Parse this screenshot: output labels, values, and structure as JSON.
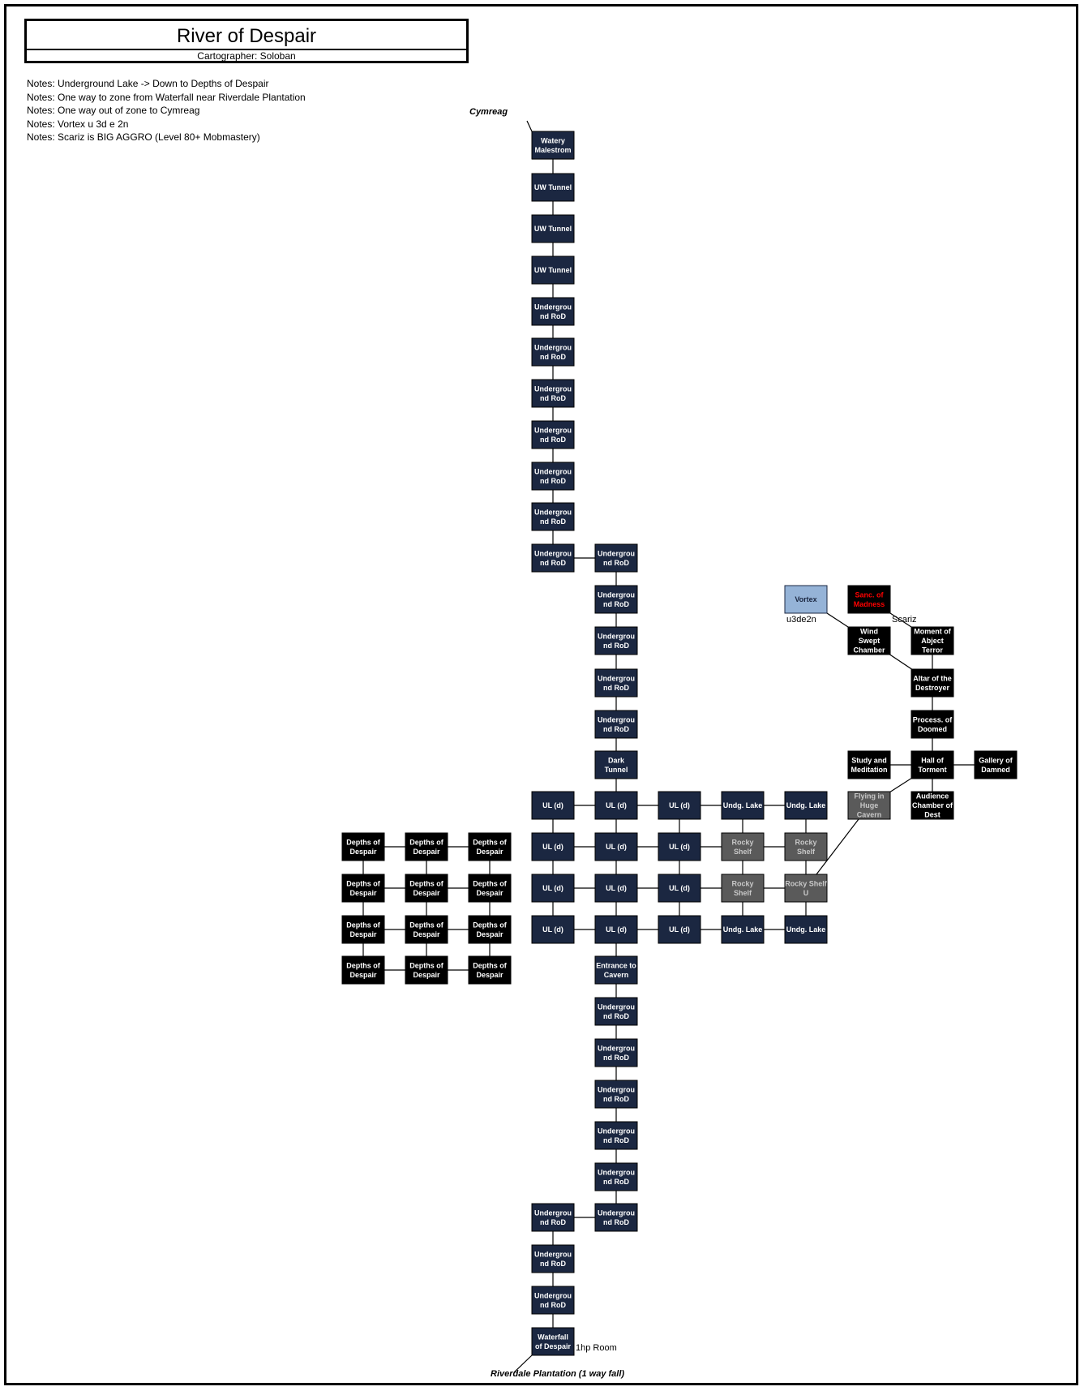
{
  "header": {
    "title": "River of Despair",
    "cartographer": "Cartographer: Soloban"
  },
  "notes": [
    "Notes: Underground Lake -> Down to Depths of Despair",
    "Notes: One way to zone from Waterfall near Riverdale Plantation",
    "Notes: One way out of zone to Cymreag",
    "Notes: Vortex u 3d e 2n",
    "Notes: Scariz is BIG AGGRO (Level 80+ Mobmastery)"
  ],
  "annotations": {
    "cymreag": "Cymreag",
    "riverdale": "Riverdale Plantation (1 way fall)",
    "vortex_dir": "u3de2n",
    "scariz": "Scariz",
    "hp_room": "1hp Room"
  },
  "colors": {
    "navy": "#1b2741",
    "black": "#000000",
    "gray": "#5a5a5a",
    "blue": "#95b3d7",
    "text_light": "#ffffff",
    "text_red": "#ff0000",
    "text_gray": "#c8c8c8"
  },
  "rooms": [
    {
      "id": "wm",
      "lines": [
        "Watery",
        "Malestrom"
      ]
    },
    {
      "id": "uw1",
      "lines": [
        "UW Tunnel"
      ]
    },
    {
      "id": "uw2",
      "lines": [
        "UW Tunnel"
      ]
    },
    {
      "id": "uw3",
      "lines": [
        "UW Tunnel"
      ]
    },
    {
      "id": "ur1",
      "lines": [
        "Undergrou",
        "nd RoD"
      ]
    },
    {
      "id": "ur2",
      "lines": [
        "Undergrou",
        "nd RoD"
      ]
    },
    {
      "id": "ur3",
      "lines": [
        "Undergrou",
        "nd RoD"
      ]
    },
    {
      "id": "ur4",
      "lines": [
        "Undergrou",
        "nd RoD"
      ]
    },
    {
      "id": "ur5",
      "lines": [
        "Undergrou",
        "nd RoD"
      ]
    },
    {
      "id": "ur6",
      "lines": [
        "Undergrou",
        "nd RoD"
      ]
    },
    {
      "id": "ur7",
      "lines": [
        "Undergrou",
        "nd RoD"
      ]
    },
    {
      "id": "ur8",
      "lines": [
        "Undergrou",
        "nd RoD"
      ]
    },
    {
      "id": "ur9",
      "lines": [
        "Undergrou",
        "nd RoD"
      ]
    },
    {
      "id": "ur10",
      "lines": [
        "Undergrou",
        "nd RoD"
      ]
    },
    {
      "id": "ur11",
      "lines": [
        "Undergrou",
        "nd RoD"
      ]
    },
    {
      "id": "ur12",
      "lines": [
        "Undergrou",
        "nd RoD"
      ]
    },
    {
      "id": "dt",
      "lines": [
        "Dark",
        "Tunnel"
      ]
    },
    {
      "id": "ul_a1",
      "lines": [
        "UL (d)"
      ]
    },
    {
      "id": "ul_b1",
      "lines": [
        "UL (d)"
      ]
    },
    {
      "id": "ul_c1",
      "lines": [
        "UL (d)"
      ]
    },
    {
      "id": "lake1",
      "lines": [
        "Undg. Lake"
      ]
    },
    {
      "id": "lake2",
      "lines": [
        "Undg. Lake"
      ]
    },
    {
      "id": "ul_a2",
      "lines": [
        "UL (d)"
      ]
    },
    {
      "id": "ul_b2",
      "lines": [
        "UL (d)"
      ]
    },
    {
      "id": "ul_c2",
      "lines": [
        "UL (d)"
      ]
    },
    {
      "id": "rs1",
      "lines": [
        "Rocky",
        "Shelf"
      ]
    },
    {
      "id": "rs2",
      "lines": [
        "Rocky",
        "Shelf"
      ]
    },
    {
      "id": "ul_a3",
      "lines": [
        "UL (d)"
      ]
    },
    {
      "id": "ul_b3",
      "lines": [
        "UL (d)"
      ]
    },
    {
      "id": "ul_c3",
      "lines": [
        "UL (d)"
      ]
    },
    {
      "id": "rs3",
      "lines": [
        "Rocky",
        "Shelf"
      ]
    },
    {
      "id": "rsu",
      "lines": [
        "Rocky Shelf",
        "U"
      ]
    },
    {
      "id": "ul_a4",
      "lines": [
        "UL (d)"
      ]
    },
    {
      "id": "ul_b4",
      "lines": [
        "UL (d)"
      ]
    },
    {
      "id": "ul_c4",
      "lines": [
        "UL (d)"
      ]
    },
    {
      "id": "lake3",
      "lines": [
        "Undg. Lake"
      ]
    },
    {
      "id": "lake4",
      "lines": [
        "Undg. Lake"
      ]
    },
    {
      "id": "ec",
      "lines": [
        "Entrance to",
        "Cavern"
      ]
    },
    {
      "id": "lr1",
      "lines": [
        "Undergrou",
        "nd RoD"
      ]
    },
    {
      "id": "lr2",
      "lines": [
        "Undergrou",
        "nd RoD"
      ]
    },
    {
      "id": "lr3",
      "lines": [
        "Undergrou",
        "nd RoD"
      ]
    },
    {
      "id": "lr4",
      "lines": [
        "Undergrou",
        "nd RoD"
      ]
    },
    {
      "id": "lr5",
      "lines": [
        "Undergrou",
        "nd RoD"
      ]
    },
    {
      "id": "lr6",
      "lines": [
        "Undergrou",
        "nd RoD"
      ]
    },
    {
      "id": "lr7",
      "lines": [
        "Undergrou",
        "nd RoD"
      ]
    },
    {
      "id": "lr8",
      "lines": [
        "Undergrou",
        "nd RoD"
      ]
    },
    {
      "id": "lr9",
      "lines": [
        "Undergrou",
        "nd RoD"
      ]
    },
    {
      "id": "wf",
      "lines": [
        "Waterfall",
        "of Despair"
      ]
    },
    {
      "id": "dd_11",
      "lines": [
        "Depths of",
        "Despair"
      ]
    },
    {
      "id": "dd_12",
      "lines": [
        "Depths of",
        "Despair"
      ]
    },
    {
      "id": "dd_13",
      "lines": [
        "Depths of",
        "Despair"
      ]
    },
    {
      "id": "dd_21",
      "lines": [
        "Depths of",
        "Despair"
      ]
    },
    {
      "id": "dd_22",
      "lines": [
        "Depths of",
        "Despair"
      ]
    },
    {
      "id": "dd_23",
      "lines": [
        "Depths of",
        "Despair"
      ]
    },
    {
      "id": "dd_31",
      "lines": [
        "Depths of",
        "Despair"
      ]
    },
    {
      "id": "dd_32",
      "lines": [
        "Depths of",
        "Despair"
      ]
    },
    {
      "id": "dd_33",
      "lines": [
        "Depths of",
        "Despair"
      ]
    },
    {
      "id": "dd_41",
      "lines": [
        "Depths of",
        "Despair"
      ]
    },
    {
      "id": "dd_42",
      "lines": [
        "Depths of",
        "Despair"
      ]
    },
    {
      "id": "dd_43",
      "lines": [
        "Depths of",
        "Despair"
      ]
    },
    {
      "id": "vortex",
      "lines": [
        "Vortex"
      ]
    },
    {
      "id": "sanc",
      "lines": [
        "Sanc. of",
        "Madness"
      ]
    },
    {
      "id": "wind",
      "lines": [
        "Wind",
        "Swept",
        "Chamber"
      ]
    },
    {
      "id": "moment",
      "lines": [
        "Moment of",
        "Abject",
        "Terror"
      ]
    },
    {
      "id": "altar",
      "lines": [
        "Altar of the",
        "Destroyer"
      ]
    },
    {
      "id": "proc",
      "lines": [
        "Process. of",
        "Doomed"
      ]
    },
    {
      "id": "study",
      "lines": [
        "Study and",
        "Meditation"
      ]
    },
    {
      "id": "hall",
      "lines": [
        "Hall of",
        "Torment"
      ]
    },
    {
      "id": "gallery",
      "lines": [
        "Gallery of",
        "Damned"
      ]
    },
    {
      "id": "flying",
      "lines": [
        "Flying in",
        "Huge",
        "Cavern"
      ]
    },
    {
      "id": "audience",
      "lines": [
        "Audience",
        "Chamber of",
        "Dest"
      ]
    }
  ]
}
